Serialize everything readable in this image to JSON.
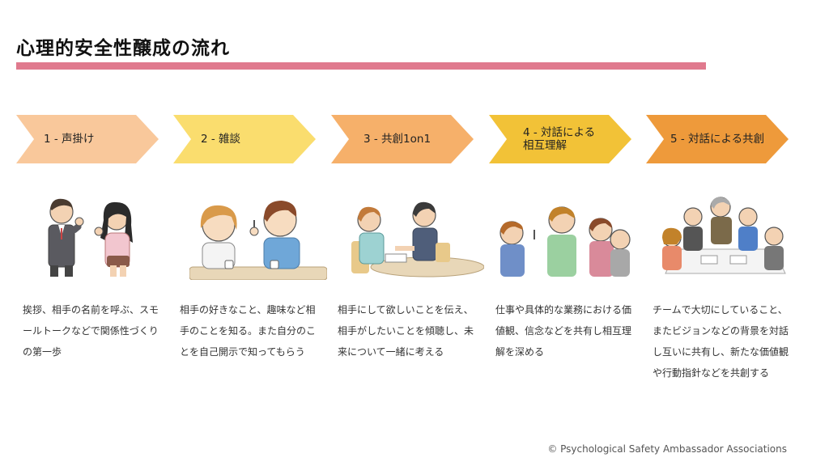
{
  "title": "心理的安全性醸成の流れ",
  "steps": [
    {
      "label": "1 - 声掛け",
      "color": "#f9c89b",
      "description": "挨拶、相手の名前を呼ぶ、スモールトークなどで関係性づくりの第一歩"
    },
    {
      "label": "2 - 雑談",
      "color": "#fadd6e",
      "description": "相手の好きなこと、趣味など相手のことを知る。また自分のことを自己開示で知ってもらう"
    },
    {
      "label": "3 - 共創1on1",
      "color": "#f6b06a",
      "description": "相手にして欲しいことを伝え、相手がしたいことを傾聴し、未来について一緒に考える"
    },
    {
      "label": "4 - 対話による相互理解",
      "label_line1": "4 - 対話による",
      "label_line2": "相互理解",
      "color": "#f2c237",
      "description": "仕事や具体的な業務における価値観、信念などを共有し相互理解を深める"
    },
    {
      "label": "5 - 対話による共創",
      "color": "#ee9a3b",
      "description": "チームで大切にしていること、またビジョンなどの背景を対話し互いに共有し、新たな価値観や行動指針などを共創する"
    }
  ],
  "copyright": "© Psychological Safety Ambassador Associations",
  "colors": {
    "accent_bar": "#e07a8e"
  }
}
